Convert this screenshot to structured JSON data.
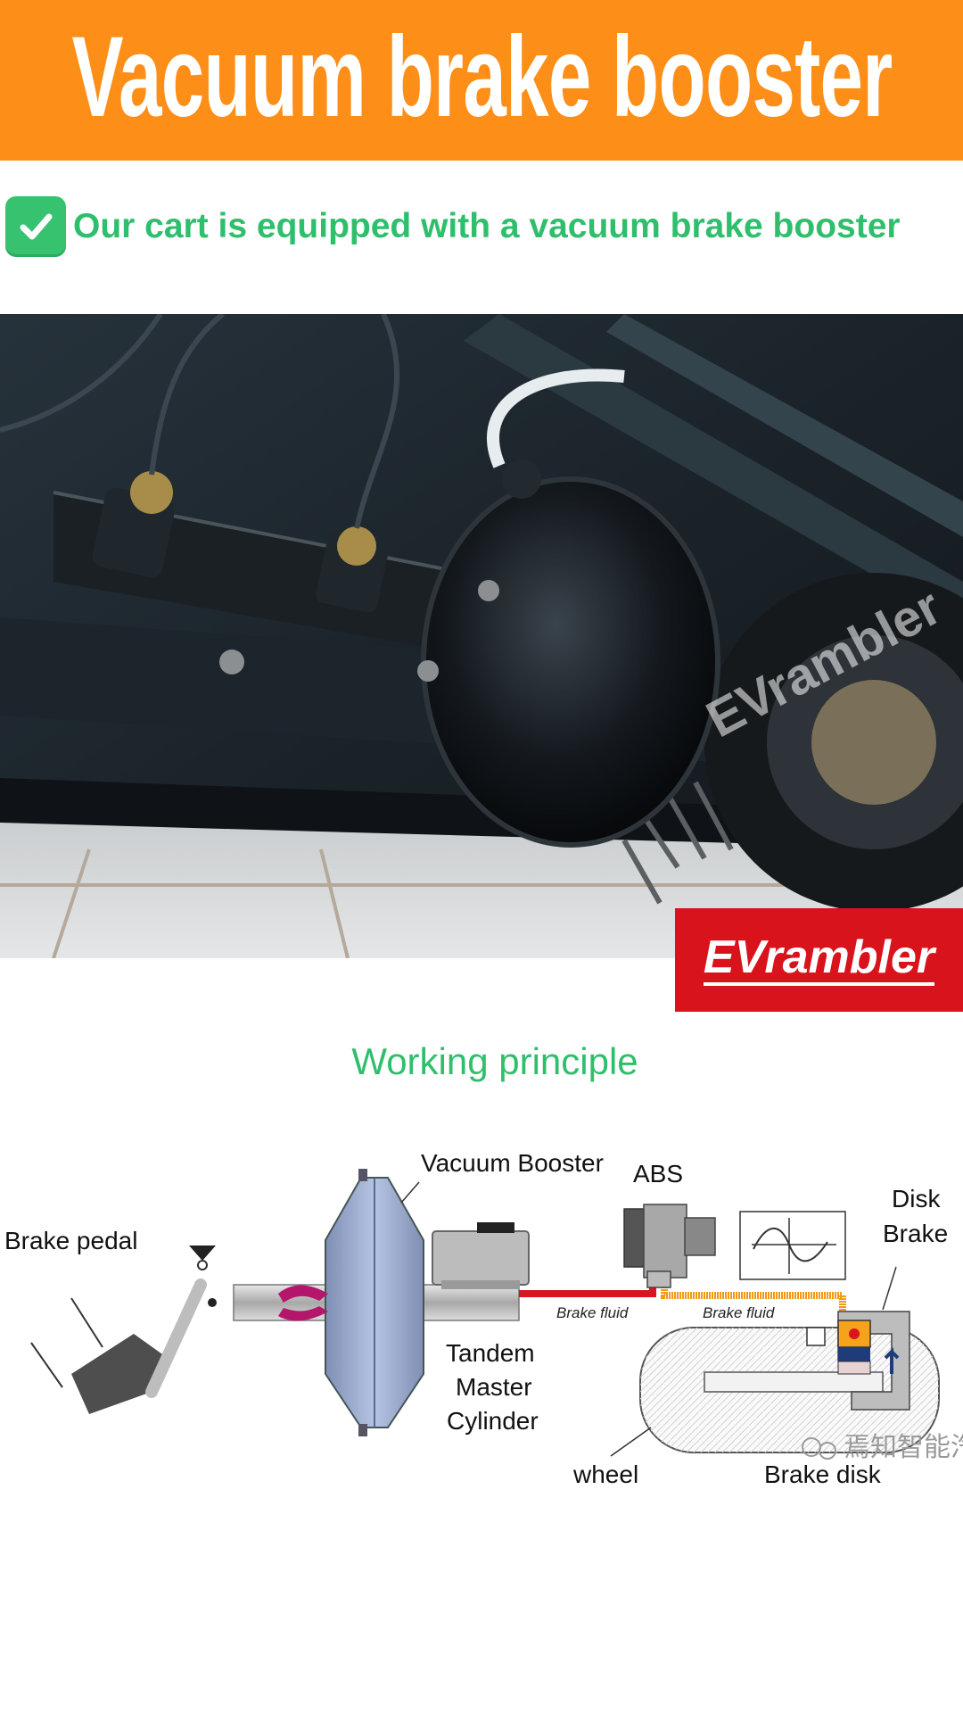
{
  "banner": {
    "title": "Vacuum brake booster",
    "color": "#fd8e18"
  },
  "feature": {
    "check_icon": "check-box-icon",
    "text": "Our cart is equipped with a vacuum brake booster",
    "color": "#2fbf6c"
  },
  "photo": {
    "watermark": "EVrambler"
  },
  "brand_badge": {
    "text": "EVrambler",
    "color": "#d9131b"
  },
  "section": {
    "title": "Working principle"
  },
  "diagram": {
    "labels": {
      "vacuum_booster": "Vacuum Booster",
      "abs": "ABS",
      "disk": "Disk",
      "brake": "Brake",
      "brake_pedal": "Brake pedal",
      "brake_fluid_1": "Brake fluid",
      "brake_fluid_2": "Brake fluid",
      "tandem": "Tandem",
      "master": "Master",
      "cylinder": "Cylinder",
      "wheel": "wheel",
      "brake_disk": "Brake disk"
    },
    "watermark": "焉知智能汽"
  }
}
